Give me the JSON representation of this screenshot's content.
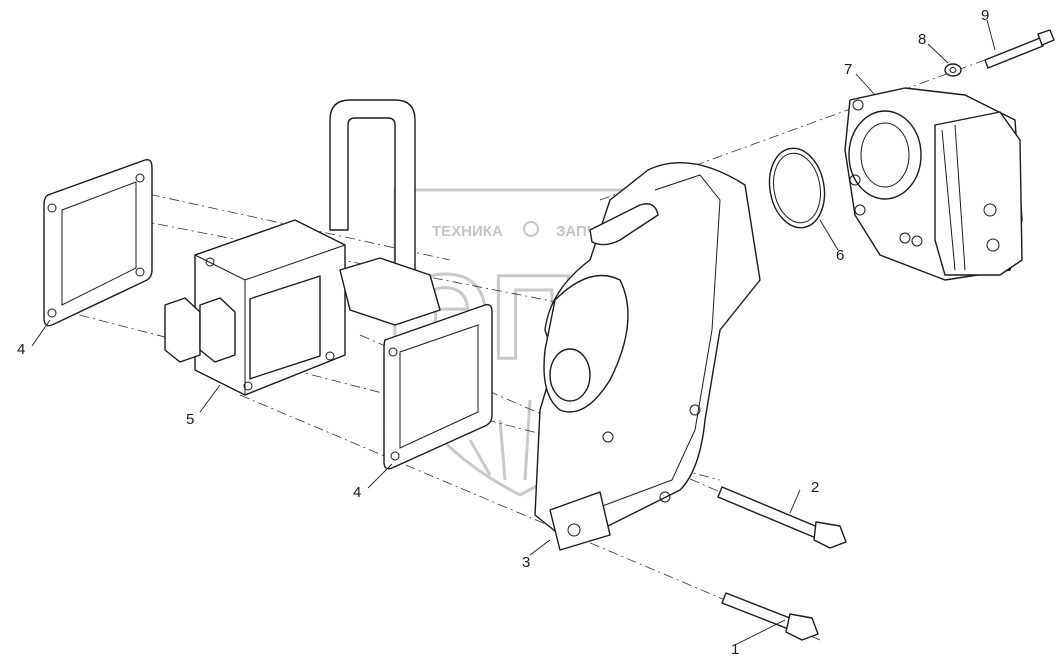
{
  "watermark": {
    "line1_left": "ТЕХНИКА",
    "line1_right": "ЗАПЧАСТИ",
    "big_letters": "ЭПФ"
  },
  "callouts": {
    "n1": "1",
    "n2": "2",
    "n3": "3",
    "n4a": "4",
    "n4b": "4",
    "n5": "5",
    "n6": "6",
    "n7": "7",
    "n8": "8",
    "n9": "9"
  }
}
